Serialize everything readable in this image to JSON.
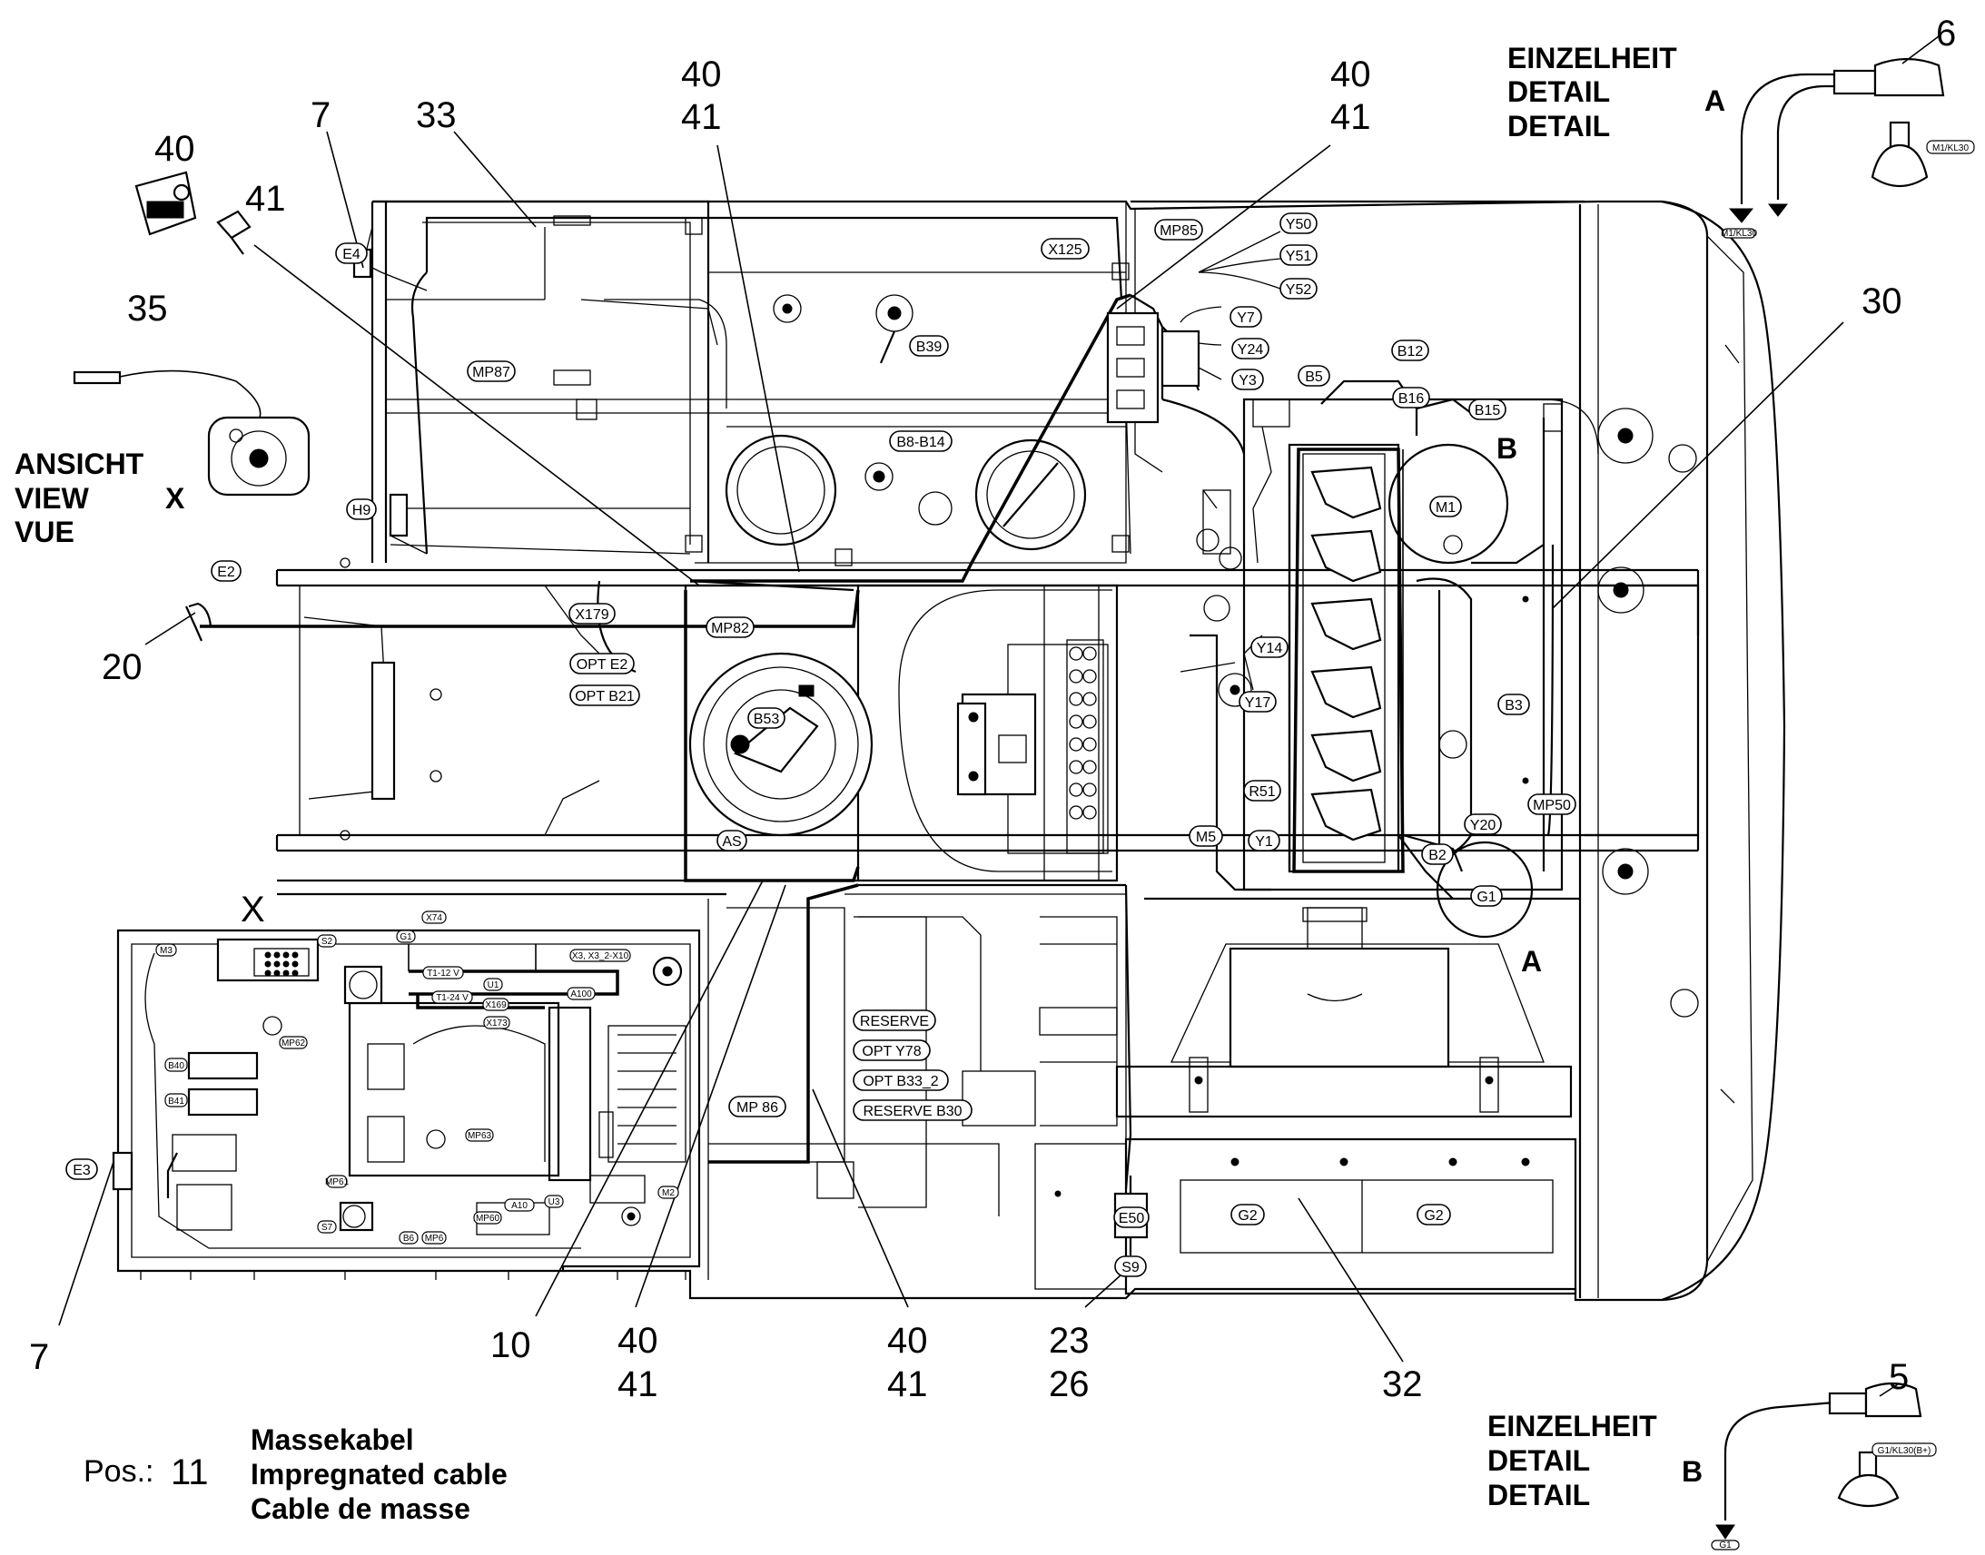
{
  "position_numbers": [
    "40",
    "41",
    "7",
    "33",
    "35",
    "6",
    "30",
    "20",
    "7",
    "10",
    "40",
    "41",
    "40",
    "41",
    "23",
    "26",
    "32",
    "5",
    "40",
    "41",
    "40",
    "41"
  ],
  "side_labels": {
    "view_de": "ANSICHT",
    "view_en": "VIEW",
    "view_fr": "VUE",
    "view_letter": "X",
    "view_x_marker": "X",
    "detail_a_de": "EINZELHEIT",
    "detail_a_en": "DETAIL",
    "detail_a_fr": "DETAIL",
    "detail_a_letter": "A",
    "detail_b_de": "EINZELHEIT",
    "detail_b_en": "DETAIL",
    "detail_b_fr": "DETAIL",
    "detail_b_letter": "B",
    "zone_a": "A",
    "zone_b": "B"
  },
  "connector_tags": [
    "E4",
    "MP87",
    "H9",
    "E2",
    "X179",
    "OPT E2",
    "OPT B21",
    "MP82",
    "B53",
    "AS",
    "B39",
    "X125",
    "B8-B14",
    "MP85",
    "Y50",
    "Y51",
    "Y52",
    "Y7",
    "Y24",
    "Y3",
    "B12",
    "B5",
    "B16",
    "B15",
    "M1",
    "Y14",
    "Y17",
    "B3",
    "R51",
    "M5",
    "Y1",
    "MP50",
    "Y20",
    "B2",
    "G1",
    "RESERVE",
    "OPT Y78",
    "OPT B33_2",
    "RESERVE B30",
    "MP 86",
    "E50",
    "S9",
    "G2",
    "G2",
    "E3"
  ],
  "small_tags": [
    "M3",
    "X74",
    "X3, X3_2-X10",
    "T1-12 V",
    "T1-24 V",
    "X169",
    "U1",
    "X173",
    "A100",
    "B40",
    "B41",
    "MP62",
    "MP63",
    "M2",
    "A10",
    "MP60",
    "MP6",
    "B6",
    "S7",
    "MP61",
    "U3",
    "S2",
    "G1",
    "M1/KL30",
    "G1/KL30(B+)",
    "M1/KL30",
    "G1"
  ],
  "legend": {
    "pos_label": "Pos.:",
    "pos_number": "11",
    "line_de": "Massekabel",
    "line_en": "Impregnated cable",
    "line_fr": "Cable de masse"
  }
}
